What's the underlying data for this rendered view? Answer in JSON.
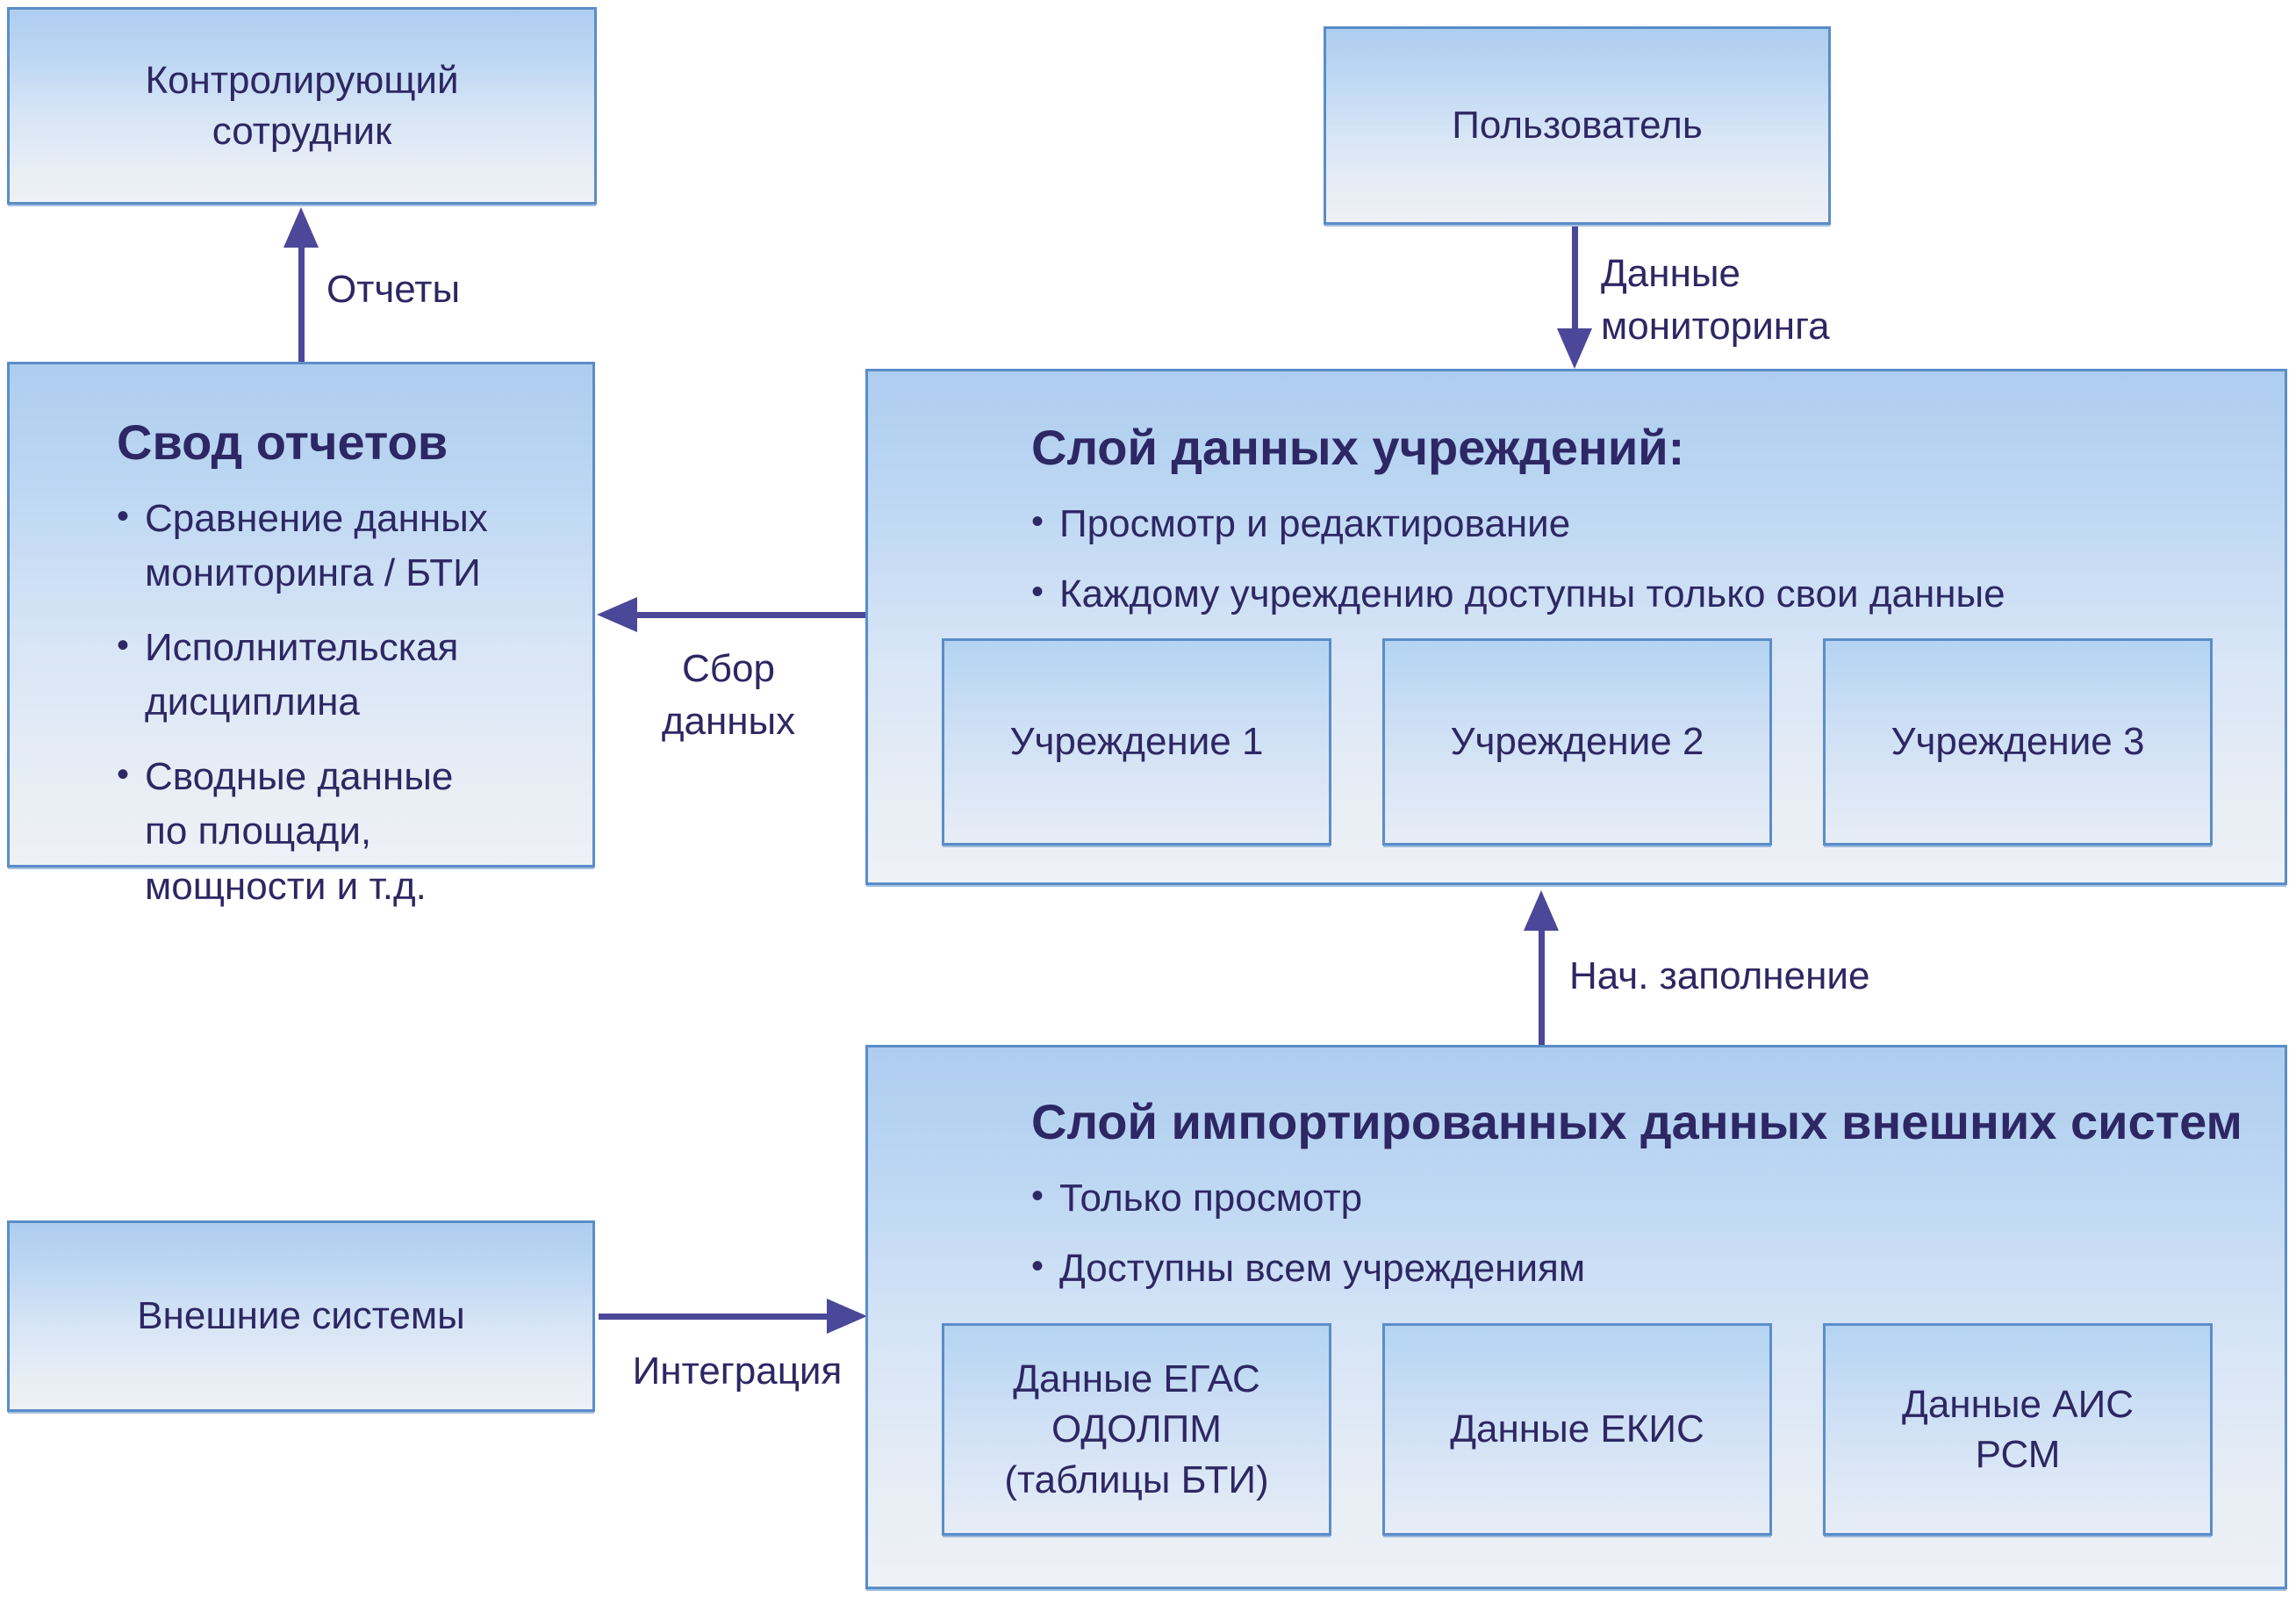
{
  "ui": {
    "bullet": "•"
  },
  "colors": {
    "box_border": "#5a8dc8",
    "box_fill_top": "#aecdef",
    "box_fill_bottom": "#eef1f6",
    "text": "#2d2763",
    "arrow": "#4b4799"
  },
  "nodes": {
    "controller": {
      "label": "Контролирующий\nсотрудник"
    },
    "user": {
      "label": "Пользователь"
    },
    "report_summary": {
      "title": "Свод отчетов",
      "bullets": [
        "Сравнение данных\nмониторинга / БТИ",
        "Исполнительская\nдисциплина",
        "Сводные данные\nпо площади,\nмощности и т.д."
      ]
    },
    "institution_layer": {
      "title": "Слой данных учреждений:",
      "bullets": [
        "Просмотр и редактирование",
        "Каждому учреждению доступны только свои данные"
      ],
      "children": [
        "Учреждение 1",
        "Учреждение 2",
        "Учреждение 3"
      ]
    },
    "external_systems": {
      "label": "Внешние системы"
    },
    "imported_layer": {
      "title": "Слой импортированных данных внешних систем",
      "bullets": [
        "Только просмотр",
        "Доступны всем учреждениям"
      ],
      "children": [
        "Данные ЕГАС\nОДОЛПМ\n(таблицы БТИ)",
        "Данные ЕКИС",
        "Данные АИС\nРСМ"
      ]
    }
  },
  "edges": {
    "reports": {
      "label": "Отчеты"
    },
    "monitoring": {
      "label": "Данные\nмониторинга"
    },
    "collect": {
      "label": "Сбор\nданных"
    },
    "init_fill": {
      "label": "Нач. заполнение"
    },
    "integration": {
      "label": "Интеграция"
    }
  }
}
